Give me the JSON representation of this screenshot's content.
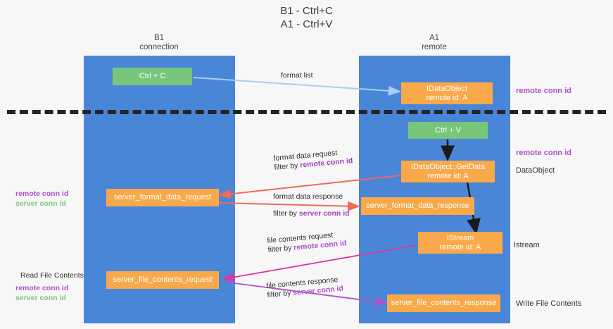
{
  "title": {
    "line1": "B1 - Ctrl+C",
    "line2": "A1 - Ctrl+V"
  },
  "columns": [
    {
      "name": "B1",
      "sub": "connection"
    },
    {
      "name": "A1",
      "sub": "remote"
    }
  ],
  "colors": {
    "lane": "#4a86d8",
    "green_box": "#77c67c",
    "orange_box": "#f9a94a",
    "purple_text": "#b14fc9",
    "green_text": "#7ac47e",
    "arrow_blue": "#a9cdf0",
    "arrow_red": "#ef6a5a",
    "arrow_magenta": "#e0359e",
    "arrow_purple": "#b14fc9",
    "arrow_black": "#1a1a1a",
    "divider": "#262626"
  },
  "boxes": {
    "ctrl_c": {
      "line1": "Ctrl + C"
    },
    "data_object_remote": {
      "line1": "IDataObject",
      "line2": "remote id: A"
    },
    "ctrl_v": {
      "line1": "Ctrl + V"
    },
    "get_data": {
      "line1": "IDataObject::GetData",
      "line2": "remote id: A"
    },
    "server_format_data_request": {
      "line1": "server_format_data_request"
    },
    "server_format_data_response": {
      "line1": "server_format_data_response"
    },
    "istream": {
      "line1": "IStream",
      "line2": "remote id: A"
    },
    "server_file_contents_request": {
      "line1": "server_file_contents_request"
    },
    "server_file_contents_response": {
      "line1": "server_file_contents_response"
    }
  },
  "edges": {
    "format_list": {
      "label": "format list"
    },
    "format_data_request": {
      "label": "format data request",
      "filter_prefix": "filter by ",
      "filter_key": "remote conn id"
    },
    "format_data_response": {
      "label": "format data response",
      "filter_prefix": "filter by ",
      "filter_key": "server conn id"
    },
    "file_contents_request": {
      "label": "file contents request",
      "filter_prefix": "filter by ",
      "filter_key": "remote conn id"
    },
    "file_contents_response": {
      "label": "file contents response",
      "filter_prefix": "filter by ",
      "filter_key": "server conn id"
    }
  },
  "annotations": {
    "right_remote_conn_id_top": "remote conn id",
    "right_remote_conn_id_mid": "remote conn id",
    "right_data_object": "DataObject",
    "right_istream": "Istream",
    "right_write_file_contents": "Write File Contents",
    "left_mid": {
      "purple": "remote conn id",
      "green": "server conn id"
    },
    "left_read_file_contents": "Read File Contents",
    "left_bottom": {
      "purple": "remote conn id",
      "green": "server conn id"
    }
  }
}
